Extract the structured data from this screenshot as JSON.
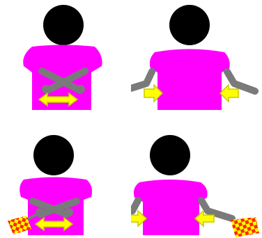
{
  "figure": {
    "panels": [
      {
        "id": "signal-1",
        "pose": "arms-crossed-low",
        "flags": false,
        "arrow": "double-horizontal"
      },
      {
        "id": "signal-2",
        "pose": "arms-extended-low",
        "flags": false,
        "arrow": "inward-pair"
      },
      {
        "id": "signal-3",
        "pose": "arms-crossed-low",
        "flags": true,
        "arrow": "double-horizontal"
      },
      {
        "id": "signal-4",
        "pose": "arms-extended-low",
        "flags": true,
        "arrow": "inward-pair"
      }
    ],
    "colors": {
      "head": "#000000",
      "body": "#ff00ff",
      "arm": "#7a7a7a",
      "arrow_fill": "#ffff00",
      "arrow_stroke": "#c9c900",
      "flag_red": "#ff2a00",
      "flag_yellow": "#ffff00"
    },
    "icons": [
      "person-icon",
      "double-arrow-icon",
      "right-arrow-icon",
      "left-arrow-icon",
      "signal-flag-icon"
    ]
  }
}
